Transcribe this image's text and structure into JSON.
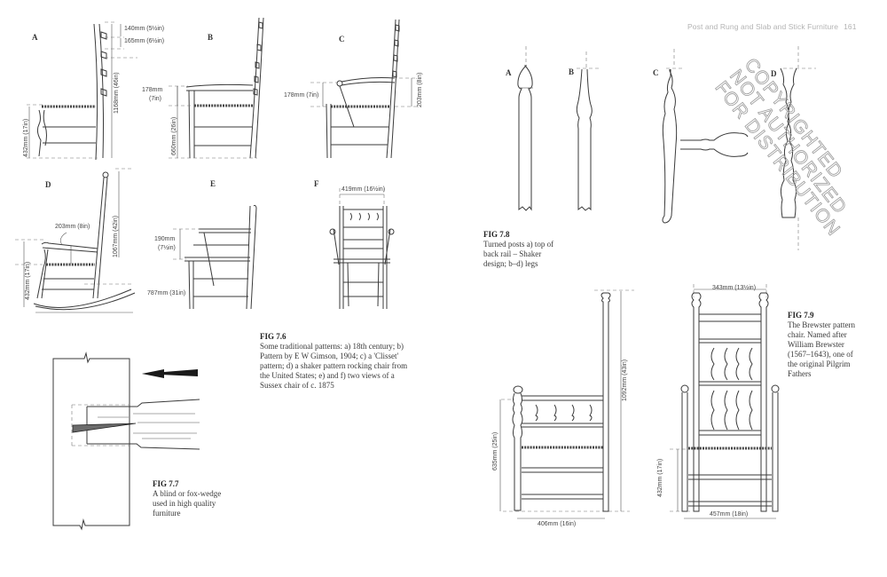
{
  "running_head": {
    "title": "Post and Rung and Slab and Stick Furniture",
    "page_number": "161"
  },
  "watermark": {
    "lines": [
      "COPYRIGHTED",
      "NOT AUTHORIZED",
      "FOR DISTRIBUTION"
    ]
  },
  "fig_7_6": {
    "number": "FIG 7.6",
    "caption": "Some traditional patterns: a) 18th century; b) Pattern by E W Gimson, 1904; c) a 'Clisset' pattern; d) a shaker pattern rocking chair from the United States; e) and f) two views of a Sussex chair of c. 1875",
    "panels": {
      "a": {
        "label": "A",
        "dims": [
          "140mm (5½in)",
          "165mm (6½in)",
          "1168mm (46in)",
          "432mm (17in)"
        ]
      },
      "b": {
        "label": "B",
        "dims": [
          "178mm",
          "(7in)",
          "660mm (26in)"
        ]
      },
      "c": {
        "label": "C",
        "dims": [
          "178mm (7in)",
          "203mm (8in)"
        ]
      },
      "d": {
        "label": "D",
        "dims": [
          "203mm (8in)",
          "1067mm (42in)",
          "432mm (17in)",
          "787mm (31in)"
        ]
      },
      "e": {
        "label": "E",
        "dims": [
          "190mm",
          "(7½in)"
        ]
      },
      "f": {
        "label": "F",
        "dims": [
          "419mm (16½in)"
        ]
      }
    }
  },
  "fig_7_7": {
    "number": "FIG 7.7",
    "caption": "A blind or fox-wedge used in high quality furniture"
  },
  "fig_7_8": {
    "number": "FIG 7.8",
    "caption": "Turned posts a) top of back rail – Shaker design; b–d) legs",
    "panels": [
      "A",
      "B",
      "C",
      "D"
    ]
  },
  "fig_7_9": {
    "number": "FIG 7.9",
    "caption": "The Brewster pattern chair. Named after William Brewster (1567–1643), one of the original Pilgrim Fathers",
    "dims": {
      "side_height": "1092mm (43in)",
      "arm_height": "635mm (25in)",
      "side_depth": "406mm (16in)",
      "top_width": "343mm (13½in)",
      "seat_height": "432mm (17in)",
      "front_width": "457mm (18in)"
    }
  }
}
